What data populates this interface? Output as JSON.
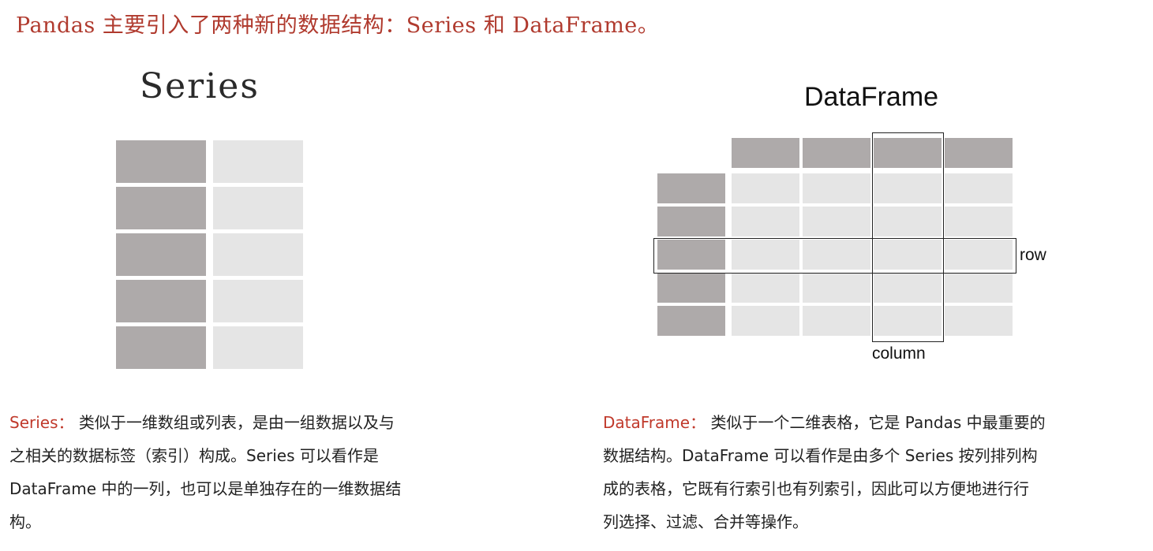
{
  "headline": "Pandas 主要引入了两种新的数据结构：Series 和 DataFrame。",
  "series": {
    "title": "Series",
    "rows": 5,
    "term": "Series：",
    "lines": [
      "类似于一维数组或列表，是由一组数据以及与",
      "之相关的数据标签（索引）构成。Series 可以看作是",
      "DataFrame 中的一列，也可以是单独存在的一维数据结",
      "构。"
    ]
  },
  "dataframe": {
    "title": "DataFrame",
    "rows": 5,
    "columns": 4,
    "row_label": "row",
    "column_label": "column",
    "term": "DataFrame：",
    "lines": [
      "类似于一个二维表格，它是 Pandas 中最重要的",
      "数据结构。DataFrame 可以看作是由多个 Series 按列排列构",
      "成的表格，它既有行索引也有列索引，因此可以方便地进行行",
      "列选择、过滤、合并等操作。"
    ]
  },
  "colors": {
    "accent_red": "#c0392b",
    "index_gray": "#aeaaaa",
    "value_gray": "#e5e5e5"
  }
}
